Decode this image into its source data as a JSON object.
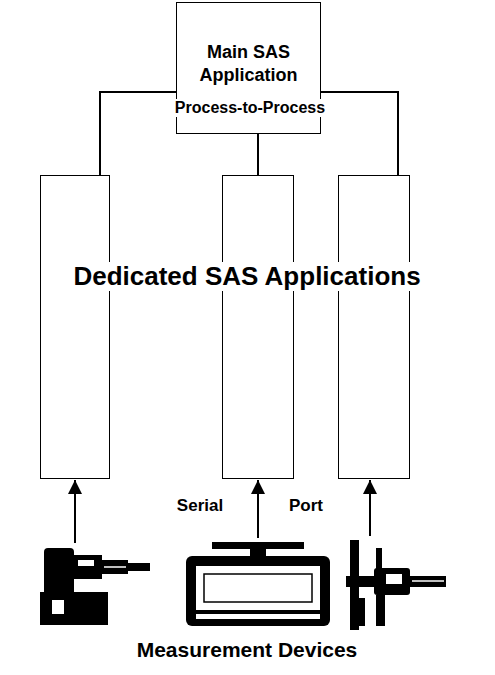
{
  "diagram": {
    "nodes": [
      {
        "text": [
          "Main SAS Application"
        ]
      },
      {
        "text": []
      },
      {
        "text": []
      },
      {
        "text": []
      }
    ],
    "edges": [
      {
        "from": 1,
        "to": 0,
        "arrow": "to"
      },
      {
        "from": 2,
        "to": 0,
        "arrow": "to"
      },
      {
        "from": 3,
        "to": 0,
        "arrow": "to"
      }
    ],
    "labels": [
      "Process-to-Process",
      "Dedicated SAS Applications",
      "Serial",
      "Port",
      "Measurement Devices"
    ]
  }
}
